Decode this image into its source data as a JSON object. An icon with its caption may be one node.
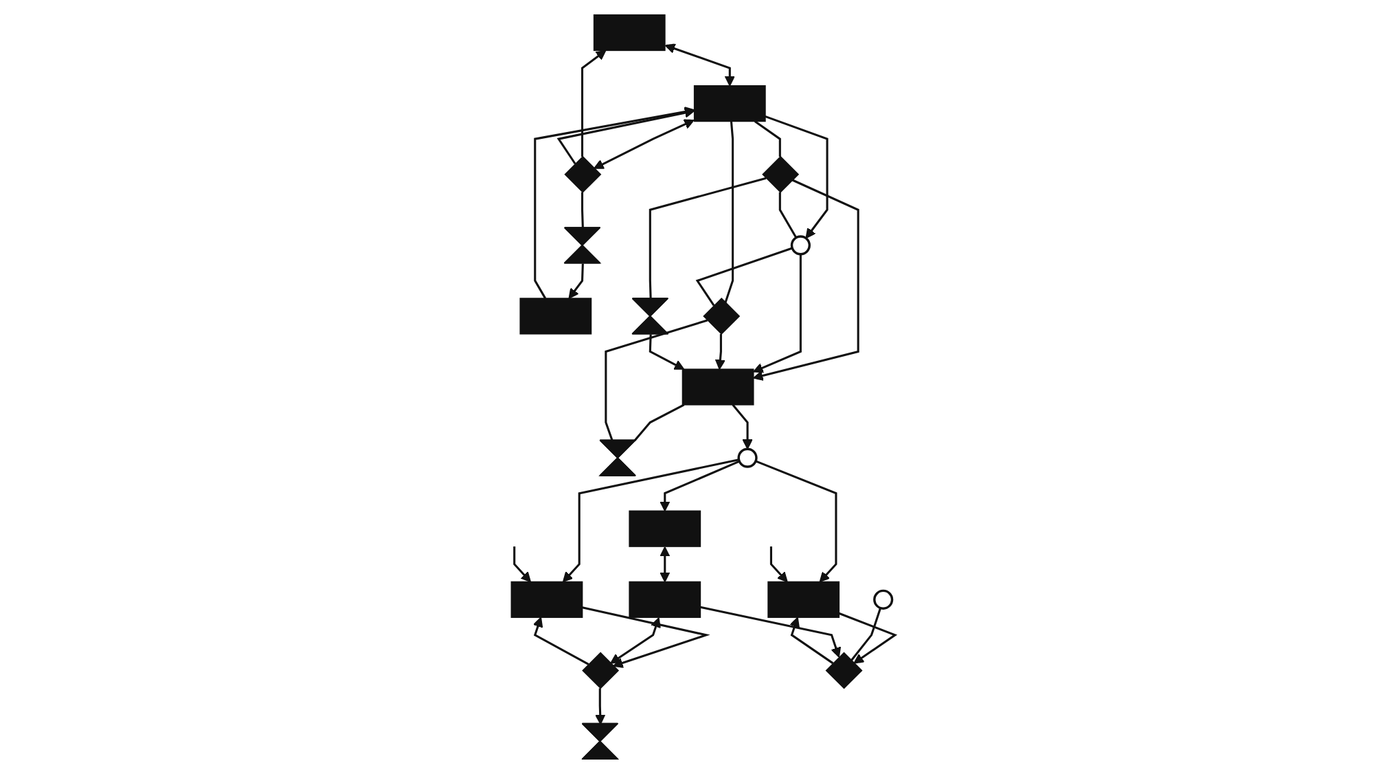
{
  "diagram": {
    "nodes": [
      {
        "text": [],
        "shape": "box"
      },
      {
        "text": [],
        "shape": "diamond"
      },
      {
        "text": [],
        "shape": "hourglass"
      },
      {
        "text": [],
        "shape": "box"
      },
      {
        "text": [],
        "shape": "box"
      },
      {
        "text": [],
        "shape": "diamond"
      },
      {
        "text": [],
        "shape": "circle"
      },
      {
        "text": [],
        "shape": "diamond"
      },
      {
        "text": [],
        "shape": "hourglass"
      },
      {
        "text": [],
        "shape": "box"
      },
      {
        "text": [],
        "shape": "hourglass"
      },
      {
        "text": [],
        "shape": "circle"
      },
      {
        "text": [],
        "shape": "box"
      },
      {
        "text": [],
        "shape": "box"
      },
      {
        "text": [],
        "shape": "box"
      },
      {
        "text": [],
        "shape": "diamond"
      },
      {
        "text": [],
        "shape": "hourglass"
      },
      {
        "text": [],
        "shape": "circle"
      },
      {
        "text": [],
        "shape": "diamond"
      },
      {
        "text": [],
        "shape": "box"
      }
    ],
    "edges": [
      {
        "from": 1,
        "to": 0,
        "arrow": "to"
      },
      {
        "from": 1,
        "to": 2,
        "arrow": "none"
      },
      {
        "from": 2,
        "to": 3,
        "arrow": "to"
      },
      {
        "from": 1,
        "to": 4,
        "arrow": "to"
      },
      {
        "from": 0,
        "to": 4,
        "arrow": "both"
      },
      {
        "from": 4,
        "to": 1,
        "arrow": "both"
      },
      {
        "from": 3,
        "to": 4,
        "arrow": "to"
      },
      {
        "from": 4,
        "to": 5,
        "arrow": "none"
      },
      {
        "from": 4,
        "to": 6,
        "arrow": "to"
      },
      {
        "from": 4,
        "to": 7,
        "arrow": "none"
      },
      {
        "from": 5,
        "to": 6,
        "arrow": "none"
      },
      {
        "from": 6,
        "to": 7,
        "arrow": "none"
      },
      {
        "from": 5,
        "to": 9,
        "arrow": "to"
      },
      {
        "from": 6,
        "to": 9,
        "arrow": "to"
      },
      {
        "from": 7,
        "to": 9,
        "arrow": "to"
      },
      {
        "from": 5,
        "to": 8,
        "arrow": "none"
      },
      {
        "from": 8,
        "to": 9,
        "arrow": "to"
      },
      {
        "from": 9,
        "to": 10,
        "arrow": "none"
      },
      {
        "from": 10,
        "to": 7,
        "arrow": "none"
      },
      {
        "from": 9,
        "to": 11,
        "arrow": "to"
      },
      {
        "from": 11,
        "to": 12,
        "arrow": "to"
      },
      {
        "from": 11,
        "to": 13,
        "arrow": "to"
      },
      {
        "from": 11,
        "to": 14,
        "arrow": "to"
      },
      {
        "from": null,
        "to": 12,
        "arrow": "to"
      },
      {
        "from": 15,
        "to": 12,
        "arrow": "to"
      },
      {
        "from": null,
        "to": 13,
        "arrow": "to"
      },
      {
        "from": 18,
        "to": 13,
        "arrow": "to"
      },
      {
        "from": 12,
        "to": 15,
        "arrow": "to"
      },
      {
        "from": 13,
        "to": 18,
        "arrow": "to"
      },
      {
        "from": 15,
        "to": 16,
        "arrow": "to"
      },
      {
        "from": 14,
        "to": 19,
        "arrow": "both"
      },
      {
        "from": 17,
        "to": 18,
        "arrow": "none"
      },
      {
        "from": 19,
        "to": 15,
        "arrow": "both"
      },
      {
        "from": 19,
        "to": 18,
        "arrow": "to"
      }
    ]
  }
}
